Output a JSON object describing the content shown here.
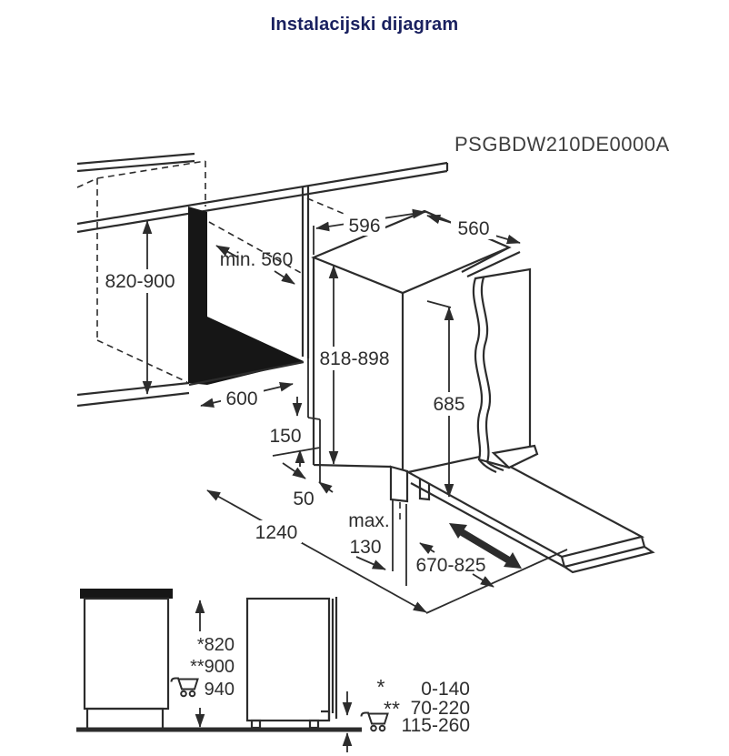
{
  "title": "Instalacijski dijagram",
  "colors": {
    "title_text": "#1a2160",
    "line_art": "#2c2c2c",
    "dimension_text": "#2e2e2e",
    "model_text": "#3e3e3e"
  },
  "diagram": {
    "model": "PSGBDW210DE0000A",
    "dimensions": {
      "niche_height": "820-900",
      "niche_depth_min": "min. 560",
      "niche_width": "600",
      "unit_width": "596",
      "unit_depth": "560",
      "unit_height": "818-898",
      "tub_height": "685",
      "plinth_step": "150",
      "side_clearance": "50",
      "front_clearance": "1240",
      "plinth_recess_max_label": "max.",
      "plinth_recess_max_value": "130",
      "door_open_reach": "670-825"
    }
  },
  "side_views": {
    "heights": {
      "star": "*820",
      "double_star": "**900",
      "cart": "940"
    }
  },
  "legend": {
    "rows": [
      {
        "symbol": "*",
        "value": "0-140",
        "icon": ""
      },
      {
        "symbol": "**",
        "value": "70-220",
        "icon": ""
      },
      {
        "symbol": "",
        "value": "115-260",
        "icon": "shopping-cart"
      }
    ]
  }
}
